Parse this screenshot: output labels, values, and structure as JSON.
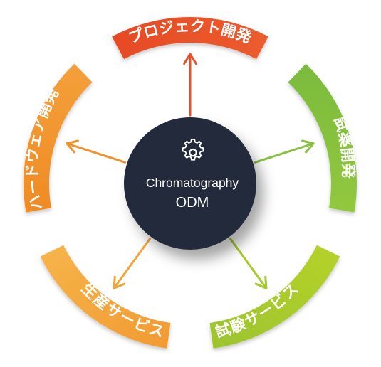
{
  "hub": {
    "icon": "gear-icon",
    "title": "Chromatography",
    "subtitle": "ODM",
    "fill": "#232b3b"
  },
  "segments": [
    {
      "label": "プロジェクト開発",
      "color": "#e8502a"
    },
    {
      "label": "試薬開発",
      "color": "#86c13f"
    },
    {
      "label": "試験サービス",
      "color": "#a6cc2b"
    },
    {
      "label": "生産サービス",
      "color": "#f2a53a"
    },
    {
      "label": "ハードウェア開発",
      "color": "#f0922a"
    }
  ]
}
